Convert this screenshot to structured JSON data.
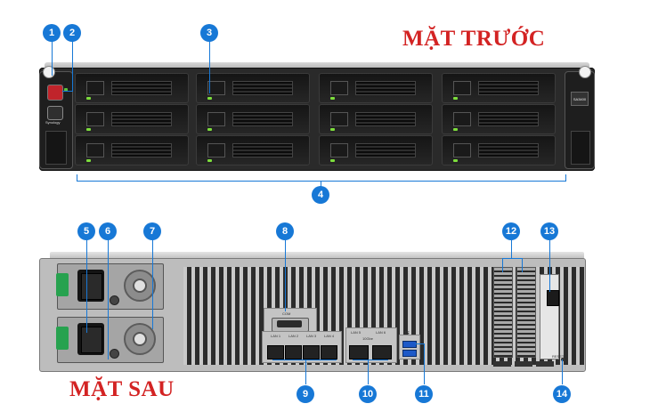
{
  "colors": {
    "accent_blue": "#1778d6",
    "title_red": "#d32323",
    "led_green": "#7dde3c",
    "psu_handle_green": "#27a24f",
    "usb_blue": "#1d59c8"
  },
  "front": {
    "title": "MẶT TRƯỚC",
    "markers": [
      "1",
      "2",
      "3",
      "4"
    ],
    "brand_label": "Synology",
    "model_label": "SA3400"
  },
  "back": {
    "title": "MẶT SAU",
    "markers": [
      "5",
      "6",
      "7",
      "8",
      "9",
      "10",
      "11",
      "12",
      "13",
      "14"
    ],
    "port_labels": {
      "com": "COM",
      "lan1": "LAN 1",
      "lan2": "LAN 2",
      "lan3": "LAN 3",
      "lan4": "LAN 4",
      "lan5": "LAN 5",
      "lan6": "LAN 6",
      "speed": "10Gbe",
      "reset": "RESET"
    }
  }
}
